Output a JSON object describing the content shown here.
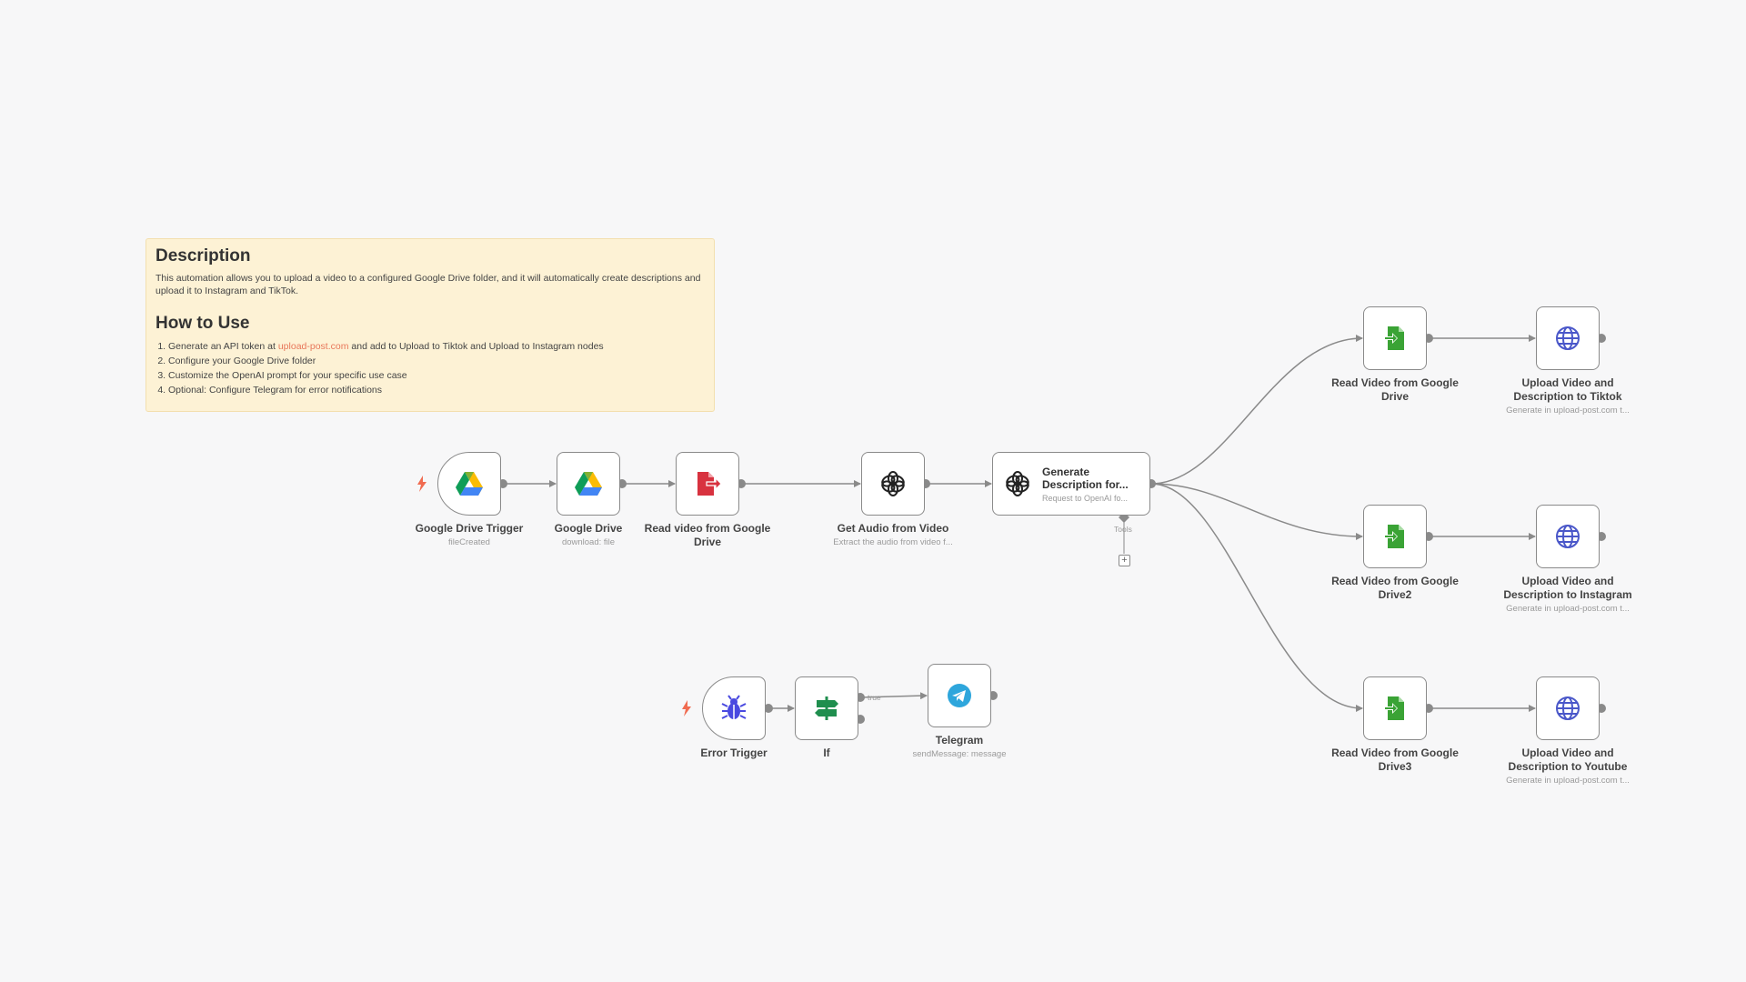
{
  "sticky": {
    "heading1": "Description",
    "description": "This automation allows you to upload a video to a configured Google Drive folder, and it will automatically create descriptions and upload it to Instagram and TikTok.",
    "heading2": "How to Use",
    "step1_pre": "Generate an API token at ",
    "step1_link": "upload-post.com",
    "step1_post": " and add to Upload to Tiktok and Upload to Instagram nodes",
    "step2": "Configure your Google Drive folder",
    "step3": "Customize the OpenAI prompt for your specific use case",
    "step4": "Optional: Configure Telegram for error notifications",
    "link_color": "#e8775a",
    "background": "#fdf2d5"
  },
  "nodes": {
    "gdrive_trigger": {
      "title": "Google Drive Trigger",
      "subtitle": "fileCreated",
      "icon": "google-drive-icon"
    },
    "gdrive": {
      "title": "Google Drive",
      "subtitle": "download: file",
      "icon": "google-drive-icon"
    },
    "read_video": {
      "title": "Read video from Google Drive",
      "icon": "file-export-icon"
    },
    "get_audio": {
      "title": "Get Audio from Video",
      "subtitle": "Extract the audio from video f...",
      "icon": "openai-icon"
    },
    "generate": {
      "title": "Generate Description for...",
      "subtitle": "Request to OpenAI fo...",
      "tools_label": "Tools",
      "icon": "openai-icon"
    },
    "read_gd1": {
      "title": "Read Video from Google Drive",
      "icon": "file-import-icon"
    },
    "read_gd2": {
      "title": "Read Video from Google Drive2",
      "icon": "file-import-icon"
    },
    "read_gd3": {
      "title": "Read Video from Google Drive3",
      "icon": "file-import-icon"
    },
    "upload_tiktok": {
      "title": "Upload Video and Description to Tiktok",
      "subtitle": "Generate in upload-post.com t...",
      "icon": "globe-icon"
    },
    "upload_instagram": {
      "title": "Upload Video and Description to Instagram",
      "subtitle": "Generate in upload-post.com t...",
      "icon": "globe-icon"
    },
    "upload_youtube": {
      "title": "Upload Video and Description to Youtube",
      "subtitle": "Generate in upload-post.com t...",
      "icon": "globe-icon"
    },
    "error_trigger": {
      "title": "Error Trigger",
      "icon": "bug-icon"
    },
    "if": {
      "title": "If",
      "true_label": "true",
      "icon": "signpost-icon"
    },
    "telegram": {
      "title": "Telegram",
      "subtitle": "sendMessage: message",
      "icon": "telegram-icon"
    }
  },
  "colors": {
    "canvas": "#f7f7f8",
    "edge": "#8a8a8a",
    "trigger_bolt": "#f06b50",
    "file_green": "#3aa335",
    "file_red": "#d8323f",
    "globe_blue": "#4a57c9",
    "if_green": "#1f8e4e",
    "bug_blue": "#4949e0",
    "telegram_blue": "#2ea6dc"
  }
}
